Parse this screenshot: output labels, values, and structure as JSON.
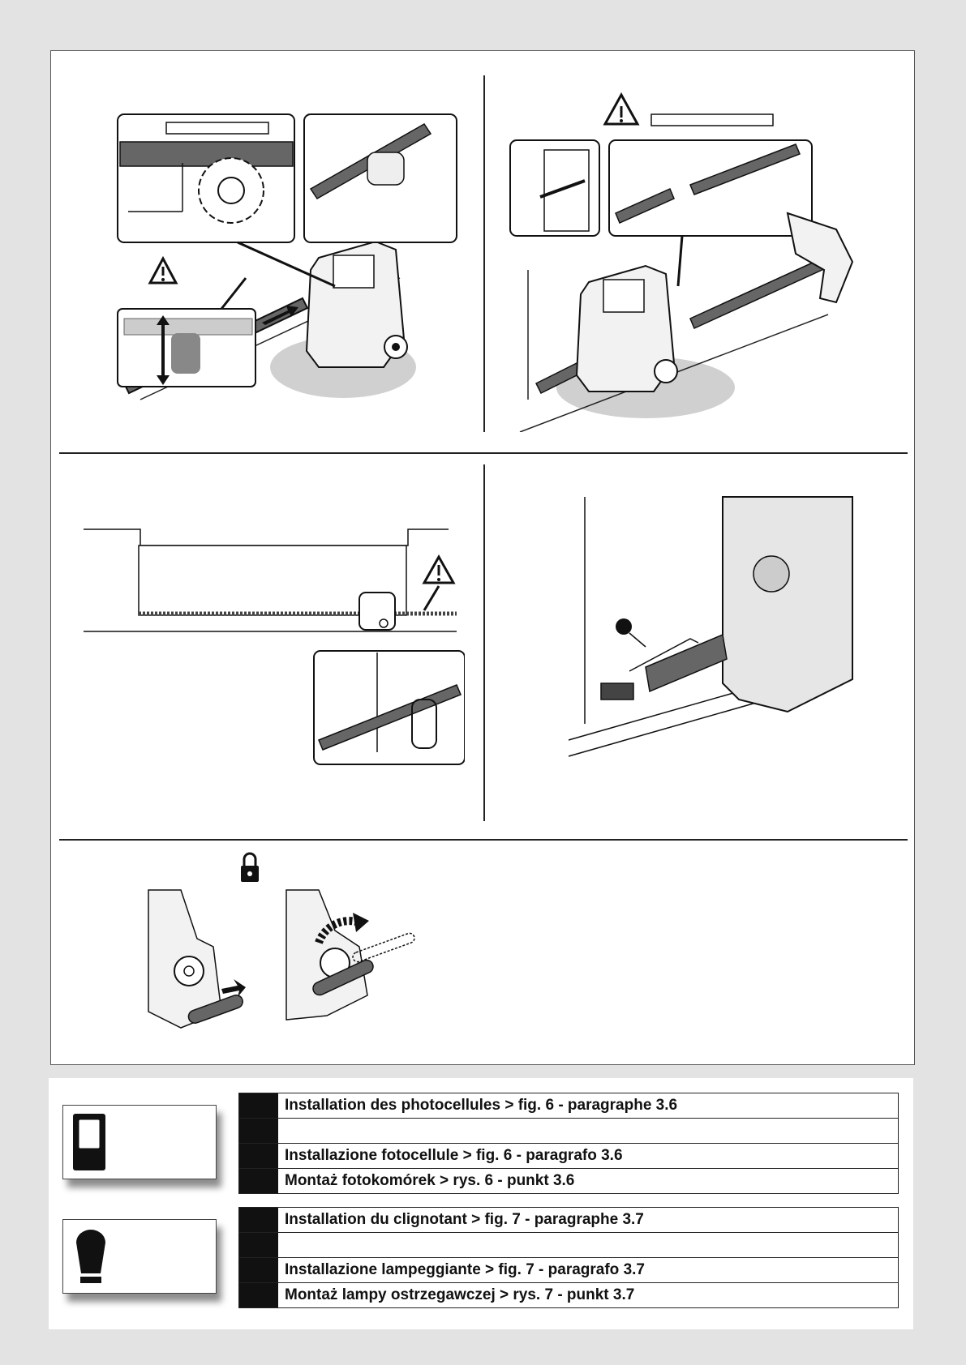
{
  "sections": [
    {
      "name": "photocells",
      "icon": "photocell-icon",
      "rows": [
        "Installation des photocellules > fig. 6 - paragraphe 3.6",
        "",
        "Installazione fotocellule > fig. 6 - paragrafo 3.6",
        "Montaż fotokomórek > rys. 6 - punkt 3.6"
      ]
    },
    {
      "name": "flashing-light",
      "icon": "flashing-light-icon",
      "rows": [
        "Installation du clignotant > fig. 7 - paragraphe 3.7",
        "",
        "Installazione lampeggiante > fig. 7 - paragrafo 3.7",
        "Montaż lampy ostrzegawczej > rys. 7 - punkt 3.7"
      ]
    }
  ],
  "icons": {
    "warning": "warning-triangle-icon",
    "lock": "padlock-icon"
  },
  "colors": {
    "ink": "#1a1a1a",
    "shade": "#c8c8c8",
    "tag": "#111111"
  }
}
